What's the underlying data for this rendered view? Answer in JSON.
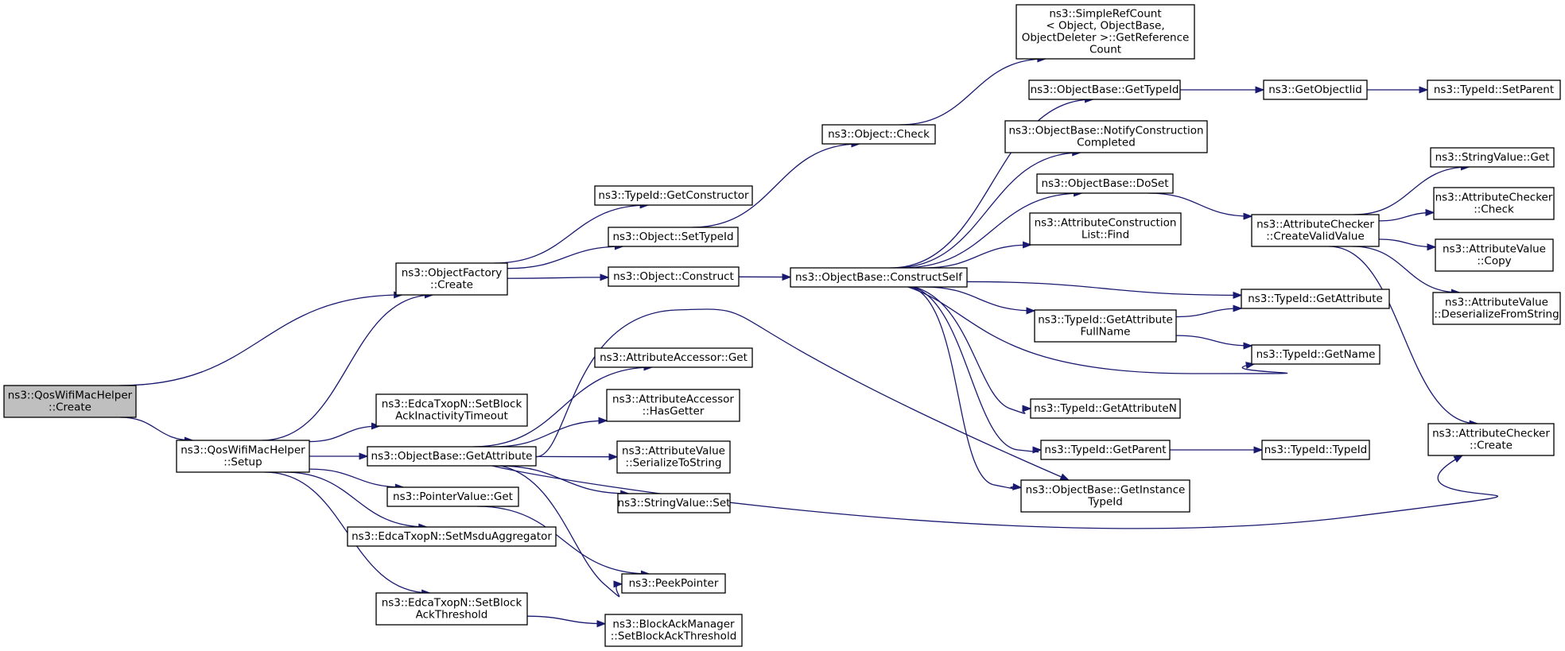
{
  "graph": {
    "title": "",
    "nodes": [
      {
        "id": "qos_create",
        "lines": [
          "ns3::QosWifiMacHelper",
          "::Create"
        ],
        "root": true
      },
      {
        "id": "of_create",
        "lines": [
          "ns3::ObjectFactory",
          "::Create"
        ]
      },
      {
        "id": "qos_setup",
        "lines": [
          "ns3::QosWifiMacHelper",
          "::Setup"
        ]
      },
      {
        "id": "tid_getctor",
        "lines": [
          "ns3::TypeId::GetConstructor"
        ]
      },
      {
        "id": "obj_settypeid",
        "lines": [
          "ns3::Object::SetTypeId"
        ]
      },
      {
        "id": "obj_construct",
        "lines": [
          "ns3::Object::Construct"
        ]
      },
      {
        "id": "edca_setbai",
        "lines": [
          "ns3::EdcaTxopN::SetBlock",
          "AckInactivityTimeout"
        ]
      },
      {
        "id": "ob_getattr",
        "lines": [
          "ns3::ObjectBase::GetAttribute"
        ]
      },
      {
        "id": "ptr_get",
        "lines": [
          "ns3::PointerValue::Get"
        ]
      },
      {
        "id": "edca_setmsdu",
        "lines": [
          "ns3::EdcaTxopN::SetMsduAggregator"
        ]
      },
      {
        "id": "edca_setbat",
        "lines": [
          "ns3::EdcaTxopN::SetBlock",
          "AckThreshold"
        ]
      },
      {
        "id": "obj_check",
        "lines": [
          "ns3::Object::Check"
        ]
      },
      {
        "id": "aa_get",
        "lines": [
          "ns3::AttributeAccessor::Get"
        ]
      },
      {
        "id": "aa_hasgetter",
        "lines": [
          "ns3::AttributeAccessor",
          "::HasGetter"
        ]
      },
      {
        "id": "av_serialize",
        "lines": [
          "ns3::AttributeValue",
          "::SerializeToString"
        ]
      },
      {
        "id": "sv_set",
        "lines": [
          "ns3::StringValue::Set"
        ]
      },
      {
        "id": "peekpointer",
        "lines": [
          "ns3::PeekPointer"
        ]
      },
      {
        "id": "bam_setbat",
        "lines": [
          "ns3::BlockAckManager",
          "::SetBlockAckThreshold"
        ]
      },
      {
        "id": "ob_constructself",
        "lines": [
          "ns3::ObjectBase::ConstructSelf"
        ]
      },
      {
        "id": "src_getrefcount",
        "lines": [
          "ns3::SimpleRefCount",
          "< Object, ObjectBase,",
          "ObjectDeleter >::GetReference",
          "Count"
        ]
      },
      {
        "id": "ob_gettypeid",
        "lines": [
          "ns3::ObjectBase::GetTypeId"
        ]
      },
      {
        "id": "ob_notify",
        "lines": [
          "ns3::ObjectBase::NotifyConstruction",
          "Completed"
        ]
      },
      {
        "id": "ob_doset",
        "lines": [
          "ns3::ObjectBase::DoSet"
        ]
      },
      {
        "id": "acl_find",
        "lines": [
          "ns3::AttributeConstruction",
          "List::Find"
        ]
      },
      {
        "id": "tid_getattrfull",
        "lines": [
          "ns3::TypeId::GetAttribute",
          "FullName"
        ]
      },
      {
        "id": "tid_getattrn",
        "lines": [
          "ns3::TypeId::GetAttributeN"
        ]
      },
      {
        "id": "tid_getparent",
        "lines": [
          "ns3::TypeId::GetParent"
        ]
      },
      {
        "id": "ob_getinstance",
        "lines": [
          "ns3::ObjectBase::GetInstance",
          "TypeId"
        ]
      },
      {
        "id": "getobjectiid",
        "lines": [
          "ns3::GetObjectIid"
        ]
      },
      {
        "id": "ac_createvalid",
        "lines": [
          "ns3::AttributeChecker",
          "::CreateValidValue"
        ]
      },
      {
        "id": "tid_getattribute",
        "lines": [
          "ns3::TypeId::GetAttribute"
        ]
      },
      {
        "id": "tid_getname",
        "lines": [
          "ns3::TypeId::GetName"
        ]
      },
      {
        "id": "tid_typeid",
        "lines": [
          "ns3::TypeId::TypeId"
        ]
      },
      {
        "id": "tid_setparent",
        "lines": [
          "ns3::TypeId::SetParent"
        ]
      },
      {
        "id": "sv_get",
        "lines": [
          "ns3::StringValue::Get"
        ]
      },
      {
        "id": "ac_check",
        "lines": [
          "ns3::AttributeChecker",
          "::Check"
        ]
      },
      {
        "id": "av_copy",
        "lines": [
          "ns3::AttributeValue",
          "::Copy"
        ]
      },
      {
        "id": "av_deserialize",
        "lines": [
          "ns3::AttributeValue",
          "::DeserializeFromString"
        ]
      },
      {
        "id": "ac_create",
        "lines": [
          "ns3::AttributeChecker",
          "::Create"
        ]
      }
    ],
    "edges": [
      [
        "qos_create",
        "of_create"
      ],
      [
        "qos_create",
        "qos_setup"
      ],
      [
        "of_create",
        "tid_getctor"
      ],
      [
        "of_create",
        "obj_settypeid"
      ],
      [
        "of_create",
        "obj_construct"
      ],
      [
        "qos_setup",
        "of_create"
      ],
      [
        "qos_setup",
        "edca_setbai"
      ],
      [
        "qos_setup",
        "ob_getattr"
      ],
      [
        "qos_setup",
        "ptr_get"
      ],
      [
        "qos_setup",
        "edca_setmsdu"
      ],
      [
        "qos_setup",
        "edca_setbat"
      ],
      [
        "obj_settypeid",
        "obj_check"
      ],
      [
        "obj_construct",
        "ob_constructself"
      ],
      [
        "obj_check",
        "src_getrefcount"
      ],
      [
        "ob_getattr",
        "aa_get"
      ],
      [
        "ob_getattr",
        "aa_hasgetter"
      ],
      [
        "ob_getattr",
        "av_serialize"
      ],
      [
        "ob_getattr",
        "sv_set"
      ],
      [
        "ob_getattr",
        "peekpointer"
      ],
      [
        "ob_getattr",
        "ob_getinstance"
      ],
      [
        "ob_getattr",
        "ac_create"
      ],
      [
        "ptr_get",
        "peekpointer"
      ],
      [
        "edca_setbat",
        "bam_setbat"
      ],
      [
        "ob_constructself",
        "ob_gettypeid"
      ],
      [
        "ob_constructself",
        "ob_notify"
      ],
      [
        "ob_constructself",
        "ob_doset"
      ],
      [
        "ob_constructself",
        "acl_find"
      ],
      [
        "ob_constructself",
        "tid_getattribute"
      ],
      [
        "ob_constructself",
        "tid_getattrfull"
      ],
      [
        "ob_constructself",
        "tid_getname"
      ],
      [
        "ob_constructself",
        "tid_getattrn"
      ],
      [
        "ob_constructself",
        "tid_getparent"
      ],
      [
        "ob_constructself",
        "ob_getinstance"
      ],
      [
        "ob_gettypeid",
        "getobjectiid"
      ],
      [
        "getobjectiid",
        "tid_setparent"
      ],
      [
        "ob_doset",
        "ac_createvalid"
      ],
      [
        "tid_getattrfull",
        "tid_getattribute"
      ],
      [
        "tid_getattrfull",
        "tid_getname"
      ],
      [
        "tid_getparent",
        "tid_typeid"
      ],
      [
        "ac_createvalid",
        "sv_get"
      ],
      [
        "ac_createvalid",
        "ac_check"
      ],
      [
        "ac_createvalid",
        "av_copy"
      ],
      [
        "ac_createvalid",
        "av_deserialize"
      ],
      [
        "ac_createvalid",
        "ac_create"
      ]
    ]
  }
}
